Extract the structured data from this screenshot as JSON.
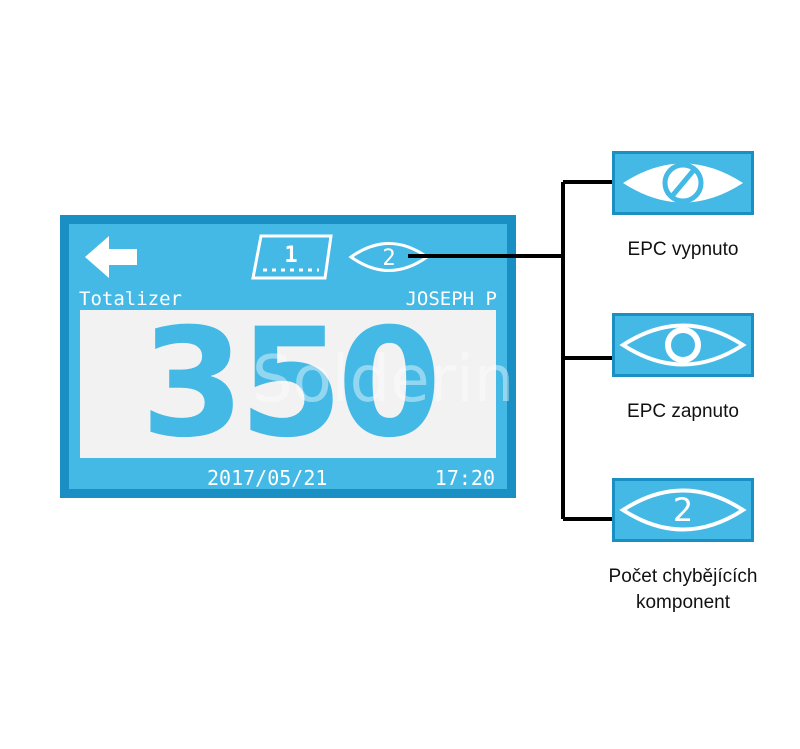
{
  "device": {
    "totalizer_label": "Totalizer",
    "operator_name": "JOSEPH P",
    "counter_label": "1",
    "missing_count": "2",
    "total_value": "350",
    "date": "2017/05/21",
    "time": "17:20",
    "watermark": "Soldering"
  },
  "legend": [
    {
      "icon": "epc-off-eye-icon",
      "caption": "EPC vypnuto"
    },
    {
      "icon": "epc-on-eye-icon",
      "caption": "EPC zapnuto"
    },
    {
      "icon": "missing-count-eye-icon",
      "caption": "Počet chybějících komponent",
      "value": "2"
    }
  ],
  "colors": {
    "screen_blue": "#44b9e6",
    "border_blue": "#1a8fc3",
    "panel_white": "#f2f2f2",
    "line_black": "#000000"
  }
}
